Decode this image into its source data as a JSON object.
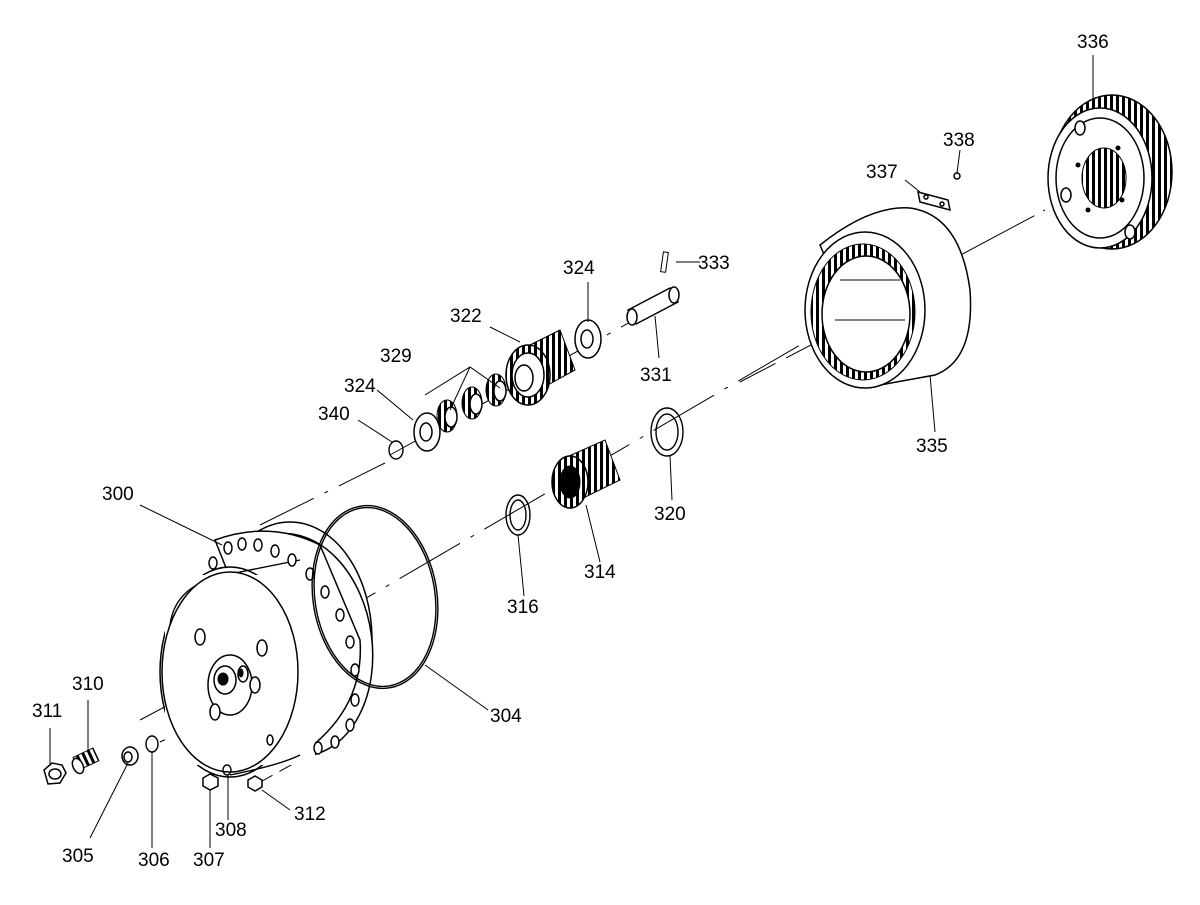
{
  "diagram": {
    "labels": {
      "p300": "300",
      "p304": "304",
      "p305": "305",
      "p306": "306",
      "p307": "307",
      "p308": "308",
      "p310": "310",
      "p311": "311",
      "p312": "312",
      "p314": "314",
      "p316": "316",
      "p320": "320",
      "p322": "322",
      "p324a": "324",
      "p324b": "324",
      "p329": "329",
      "p331": "331",
      "p333": "333",
      "p335": "335",
      "p336": "336",
      "p337": "337",
      "p338": "338",
      "p340": "340"
    }
  }
}
